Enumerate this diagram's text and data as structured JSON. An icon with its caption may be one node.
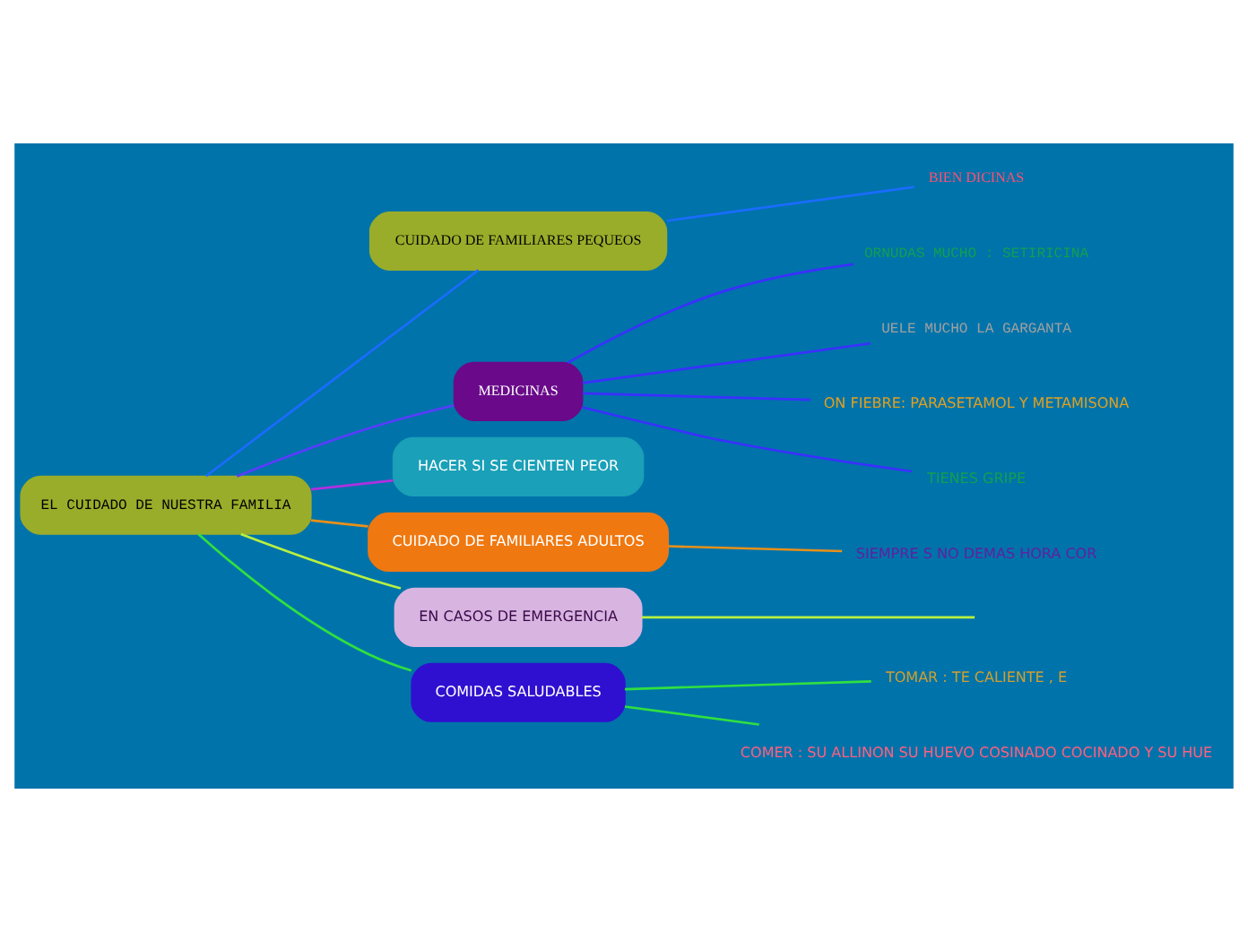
{
  "diagram": {
    "nodes": [
      {
        "text": [
          "EL CUIDADO DE NUESTRA FAMILIA"
        ]
      },
      {
        "text": [
          "CUIDADO DE FAMILIARES PEQUEOS"
        ]
      },
      {
        "text": [
          "MEDICINAS"
        ]
      },
      {
        "text": [
          "HACER SI SE CIENTEN PEOR"
        ]
      },
      {
        "text": [
          "CUIDADO DE FAMILIARES ADULTOS"
        ]
      },
      {
        "text": [
          "EN CASOS DE EMERGENCIA"
        ]
      },
      {
        "text": [
          "COMIDAS SALUDABLES"
        ]
      },
      {
        "text": [
          "BIEN DICINAS"
        ]
      },
      {
        "text": [
          "ORNUDAS MUCHO : SETIRICINA"
        ]
      },
      {
        "text": [
          "UELE MUCHO LA GARGANTA"
        ]
      },
      {
        "text": [
          "ON FIEBRE: PARASETAMOL Y METAMISONA"
        ]
      },
      {
        "text": [
          "TIENES GRIPE"
        ]
      },
      {
        "text": [
          "SIEMPRE S NO DEMAS HORA COR"
        ]
      },
      {
        "text": [
          "TOMAR : TE CALIENTE , E"
        ]
      },
      {
        "text": [
          "COMER : SU ALLINON SU HUEVO COSINADO COCINADO Y SU HUE"
        ]
      }
    ],
    "edges": [
      {
        "from": 0,
        "to": 1,
        "arrow": "none",
        "color": "#1a6cff"
      },
      {
        "from": 0,
        "to": 2,
        "arrow": "none",
        "color": "#5a3cff"
      },
      {
        "from": 0,
        "to": 3,
        "arrow": "none",
        "color": "#b030e0"
      },
      {
        "from": 0,
        "to": 4,
        "arrow": "none",
        "color": "#e8901a"
      },
      {
        "from": 0,
        "to": 5,
        "arrow": "none",
        "color": "#b8f040"
      },
      {
        "from": 0,
        "to": 6,
        "arrow": "none",
        "color": "#30e040"
      },
      {
        "from": 1,
        "to": 7,
        "arrow": "none",
        "color": "#1a6cff"
      },
      {
        "from": 2,
        "to": 8,
        "arrow": "none",
        "color": "#3a30ff"
      },
      {
        "from": 2,
        "to": 9,
        "arrow": "none",
        "color": "#3a30ff"
      },
      {
        "from": 2,
        "to": 10,
        "arrow": "none",
        "color": "#3a30ff"
      },
      {
        "from": 2,
        "to": 11,
        "arrow": "none",
        "color": "#3a30ff"
      },
      {
        "from": 4,
        "to": 12,
        "arrow": "none",
        "color": "#e8901a"
      },
      {
        "from": 5,
        "to": null,
        "arrow": "none",
        "color": "#b8f040"
      },
      {
        "from": 6,
        "to": 13,
        "arrow": "none",
        "color": "#30e040"
      },
      {
        "from": 6,
        "to": 14,
        "arrow": "none",
        "color": "#30e040"
      }
    ]
  }
}
